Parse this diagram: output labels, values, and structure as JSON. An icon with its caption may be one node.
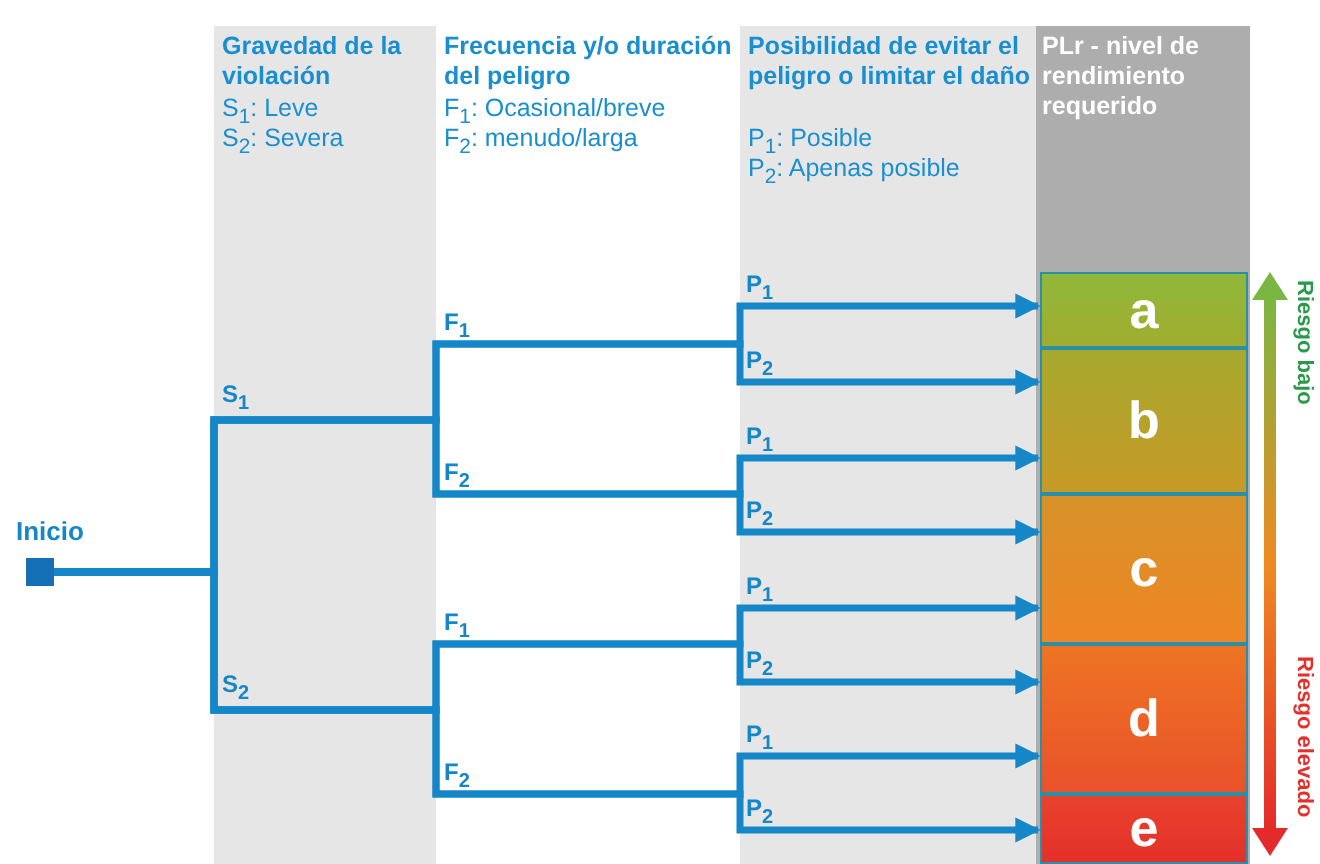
{
  "diagram": {
    "nodes": [
      {
        "text": [
          "Inicio"
        ]
      },
      {
        "text": [
          "a"
        ]
      },
      {
        "text": [
          "b"
        ]
      },
      {
        "text": [
          "c"
        ]
      },
      {
        "text": [
          "d"
        ]
      },
      {
        "text": [
          "e"
        ]
      }
    ],
    "edges": [
      {
        "from": 0,
        "to": 1,
        "arrow": "to"
      },
      {
        "from": 0,
        "to": 2,
        "arrow": "to"
      },
      {
        "from": 0,
        "to": 2,
        "arrow": "to"
      },
      {
        "from": 0,
        "to": 3,
        "arrow": "to"
      },
      {
        "from": 0,
        "to": 3,
        "arrow": "to"
      },
      {
        "from": 0,
        "to": 4,
        "arrow": "to"
      },
      {
        "from": 0,
        "to": 4,
        "arrow": "to"
      },
      {
        "from": 0,
        "to": 5,
        "arrow": "to"
      }
    ],
    "labels": [
      "Gravedad de la violación",
      "S$_{1}$: Leve",
      "S$_{2}$: Severa",
      "Frecuencia y/o duración del peligro",
      "F$_{1}$: Ocasional/breve",
      "F$_{2}$: menudo/larga",
      "Posibilidad de evitar el peligro o limitar el daño",
      "P$_{1}$: Posible",
      "P$_{2}$: Apenas posible",
      "PLr - nivel de rendimiento requerido",
      "S$_{1}$",
      "S$_{2}$",
      "F$_{1}$",
      "F$_{2}$",
      "F$_{1}$",
      "F$_{2}$",
      "P$_{1}$",
      "P$_{2}$",
      "P$_{1}$",
      "P$_{2}$",
      "P$_{1}$",
      "P$_{2}$",
      "P$_{1}$",
      "P$_{2}$",
      "Riesgo bajo",
      "Riesgo elevado"
    ]
  }
}
